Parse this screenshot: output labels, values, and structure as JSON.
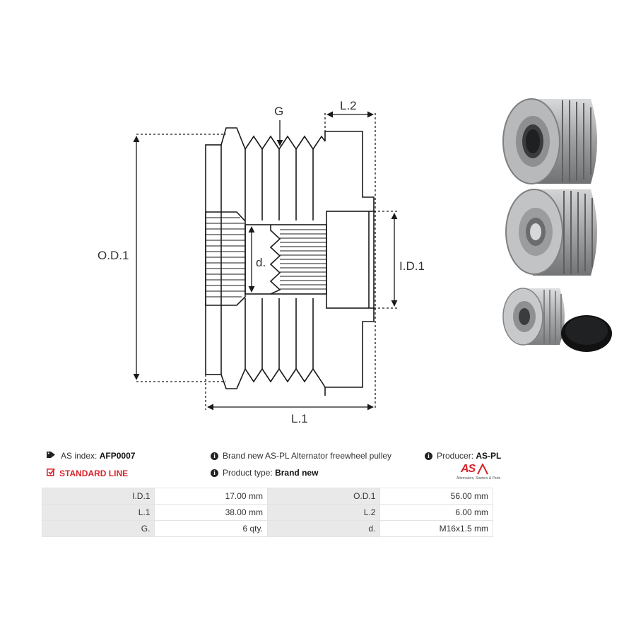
{
  "diagram": {
    "labels": {
      "groove": "G",
      "l2": "L.2",
      "od1": "O.D.1",
      "id1": "I.D.1",
      "thread": "d.",
      "l1": "L.1"
    }
  },
  "info": {
    "as_index_label": "AS index:",
    "as_index_value": "AFP0007",
    "line_label": "STANDARD LINE",
    "description": "Brand new AS-PL Alternator freewheel pulley",
    "product_type_label": "Product type:",
    "product_type_value": "Brand new",
    "producer_label": "Producer:",
    "producer_value": "AS-PL",
    "logo_text": "AS",
    "logo_tagline": "Alternators, Starters & Parts"
  },
  "specs": [
    {
      "k1": "I.D.1",
      "v1": "17.00 mm",
      "k2": "O.D.1",
      "v2": "56.00 mm"
    },
    {
      "k1": "L.1",
      "v1": "38.00 mm",
      "k2": "L.2",
      "v2": "6.00 mm"
    },
    {
      "k1": "G.",
      "v1": "6 qty.",
      "k2": "d.",
      "v2": "M16x1.5 mm"
    }
  ],
  "colors": {
    "accent_red": "#d8232a",
    "line": "#1a1a1a",
    "table_key_bg": "#e9e9e9",
    "metal": "#a9abad"
  },
  "icons": [
    "tag-icon",
    "checkbox-icon",
    "info-icon"
  ]
}
